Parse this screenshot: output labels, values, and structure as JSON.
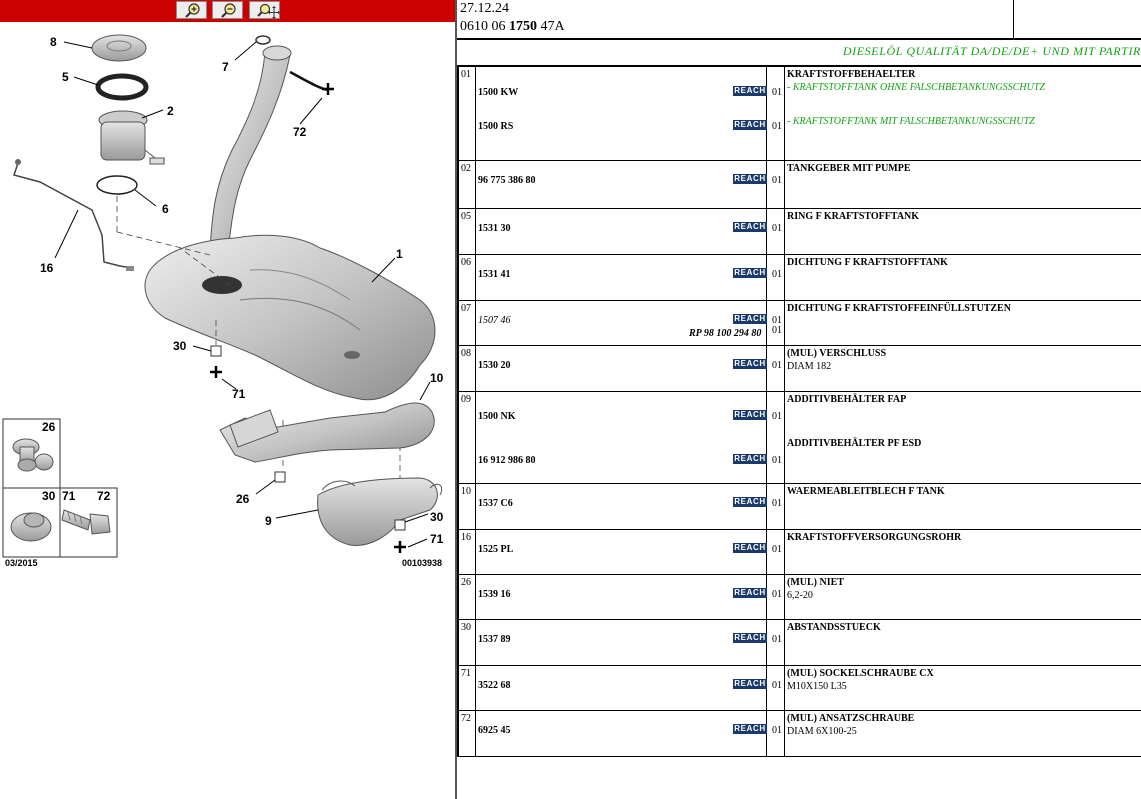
{
  "toolbar": {
    "buttons": [
      {
        "name": "zoom-in",
        "icon": "zoom-in-icon"
      },
      {
        "name": "zoom-out",
        "icon": "zoom-out-icon"
      },
      {
        "name": "zoom-fit",
        "icon": "zoom-fit-icon"
      }
    ],
    "bar_color": "#cc0000"
  },
  "diagram": {
    "callouts": [
      "8",
      "5",
      "2",
      "7",
      "72",
      "6",
      "16",
      "1",
      "30",
      "71",
      "10",
      "26",
      "9",
      "30",
      "71"
    ],
    "inset": {
      "cells": [
        "26",
        "30",
        "71",
        "72"
      ]
    },
    "date_code": "03/2015",
    "image_id": "00103938"
  },
  "header": {
    "date": "27.12.24",
    "ref_pre": "0610 06 ",
    "ref_bold": "1750",
    "ref_post": " 47A"
  },
  "banner": "DIESELÖL QUALITÄT DA/DE/DE+ UND MIT PARTIR",
  "reach_label": "REACH",
  "rows": [
    {
      "pos": "01",
      "lines": [
        {
          "pn": "1500 KW",
          "qty": "01",
          "desc": "KRAFTSTOFFBEHAELTER",
          "green": "- KRAFTSTOFFTANK OHNE FALSCHBETANKUNGSSCHUTZ"
        },
        {
          "pn": "1500 RS",
          "qty": "01",
          "green": "- KRAFTSTOFFTANK MIT FALSCHBETANKUNGSSCHUTZ"
        }
      ]
    },
    {
      "pos": "02",
      "lines": [
        {
          "pn": "96 775 386 80",
          "qty": "01",
          "desc": "TANKGEBER MIT PUMPE"
        }
      ]
    },
    {
      "pos": "05",
      "lines": [
        {
          "pn": "1531 30",
          "qty": "01",
          "desc": "RING F KRAFTSTOFFTANK"
        }
      ]
    },
    {
      "pos": "06",
      "lines": [
        {
          "pn": "1531 41",
          "qty": "01",
          "desc": "DICHTUNG F KRAFTSTOFFTANK"
        }
      ]
    },
    {
      "pos": "07",
      "lines": [
        {
          "pn": "1507 46",
          "qty": "01",
          "desc": "DICHTUNG F KRAFTSTOFFEINFÜLLSTUTZEN",
          "rp": "RP 98 100 294 80",
          "rp_qty": "01"
        }
      ]
    },
    {
      "pos": "08",
      "lines": [
        {
          "pn": "1530 20",
          "qty": "01",
          "desc": "(MUL) VERSCHLUSS",
          "sub": "DIAM 182"
        }
      ]
    },
    {
      "pos": "09",
      "lines": [
        {
          "pn": "1500 NK",
          "qty": "01",
          "desc": "ADDITIVBEHÄLTER FAP"
        },
        {
          "pn": "16 912 986 80",
          "qty": "01",
          "desc": "ADDITIVBEHÄLTER PF ESD"
        }
      ]
    },
    {
      "pos": "10",
      "lines": [
        {
          "pn": "1537 C6",
          "qty": "01",
          "desc": "WAERMEABLEITBLECH F TANK"
        }
      ]
    },
    {
      "pos": "16",
      "lines": [
        {
          "pn": "1525 PL",
          "qty": "01",
          "desc": "KRAFTSTOFFVERSORGUNGSROHR"
        }
      ]
    },
    {
      "pos": "26",
      "lines": [
        {
          "pn": "1539 16",
          "qty": "01",
          "desc": "(MUL) NIET",
          "sub": "6,2-20"
        }
      ]
    },
    {
      "pos": "30",
      "lines": [
        {
          "pn": "1537 89",
          "qty": "01",
          "desc": "ABSTANDSSTUECK"
        }
      ]
    },
    {
      "pos": "71",
      "lines": [
        {
          "pn": "3522 68",
          "qty": "01",
          "desc": "(MUL) SOCKELSCHRAUBE CX",
          "sub": "M10X150 L35"
        }
      ]
    },
    {
      "pos": "72",
      "lines": [
        {
          "pn": "6925 45",
          "qty": "01",
          "desc": "(MUL) ANSATZSCHRAUBE",
          "sub": "DIAM 6X100-25"
        }
      ]
    }
  ]
}
